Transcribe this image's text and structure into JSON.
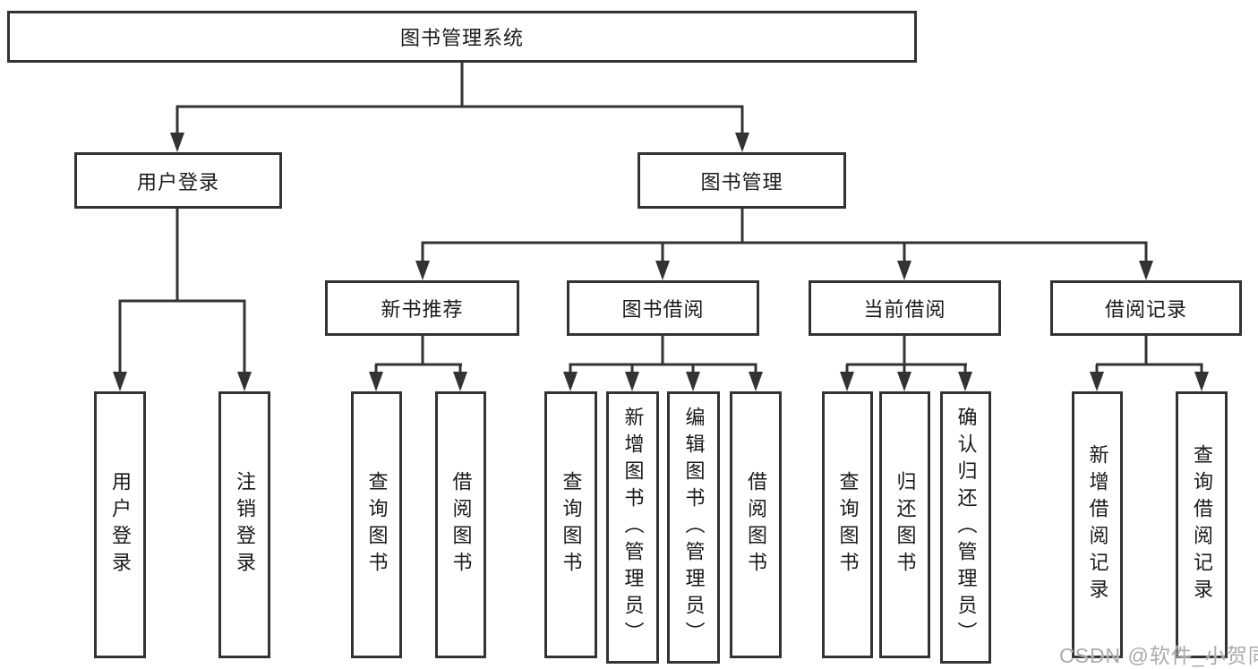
{
  "colors": {
    "line": "#333333",
    "box_border": "#333333",
    "text": "#1a1a1a",
    "watermark": "#ababab",
    "background": "#ffffff"
  },
  "diagram": {
    "root": {
      "label": "图书管理系统"
    },
    "login": {
      "label": "用户登录",
      "leaves": [
        "用户登录",
        "注销登录"
      ]
    },
    "manage": {
      "label": "图书管理",
      "children": [
        {
          "label": "新书推荐",
          "leaves": [
            "查询图书",
            "借阅图书"
          ]
        },
        {
          "label": "图书借阅",
          "leaves": [
            "查询图书",
            "新增图书（管理员）",
            "编辑图书（管理员）",
            "借阅图书"
          ]
        },
        {
          "label": "当前借阅",
          "leaves": [
            "查询图书",
            "归还图书",
            "确认归还（管理员）"
          ]
        },
        {
          "label": "借阅记录",
          "leaves": [
            "新增借阅记录",
            "查询借阅记录"
          ]
        }
      ]
    },
    "watermark": "CSDN @软件_小贺同学"
  }
}
